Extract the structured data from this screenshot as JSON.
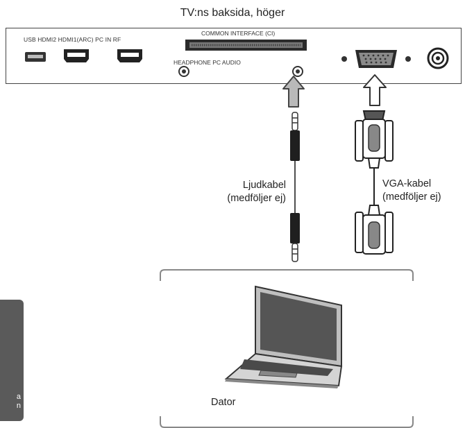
{
  "title": "TV:ns baksida, höger",
  "port_labels": "USB HDMI2 HDMI1(ARC) PC IN RF",
  "ci_label": "COMMON  INTERFACE (CI)",
  "headphone_label": "HEADPHONE PC AUDIO",
  "audio_cable": {
    "line1": "Ljudkabel",
    "line2": "(medföljer ej)"
  },
  "vga_cable": {
    "line1": "VGA-kabel",
    "line2": "(medföljer ej)"
  },
  "computer_label": "Dator",
  "side_tab": {
    "line1": "a",
    "line2": "n"
  },
  "colors": {
    "arrow_fill": "#b9b9b9",
    "panel_border": "#444444",
    "side_tab": "#5a5a5a"
  }
}
